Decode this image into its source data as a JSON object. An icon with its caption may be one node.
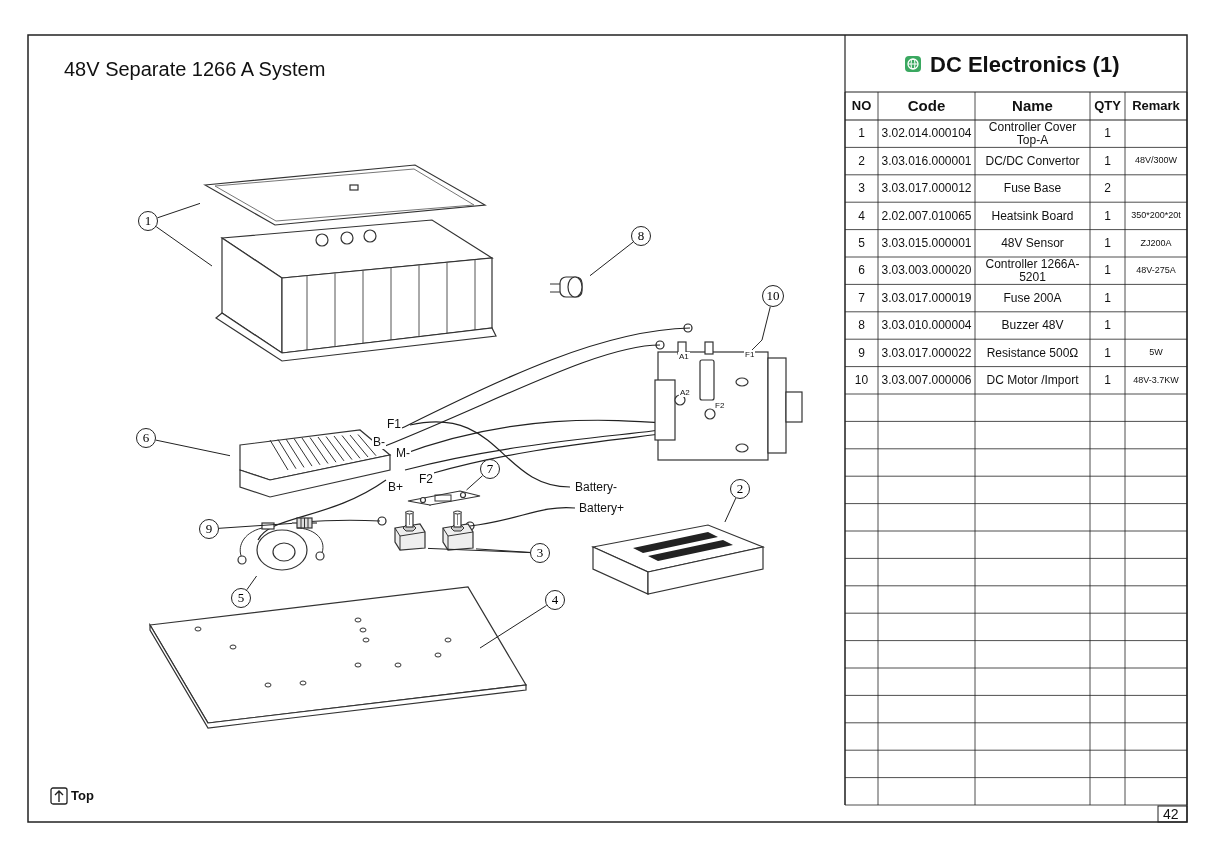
{
  "diagram": {
    "title": "48V Separate 1266 A System",
    "nodes": [
      {
        "text": [
          "1"
        ]
      },
      {
        "text": [],
        "shape": "picture"
      },
      {
        "text": [],
        "shape": "picture"
      },
      {
        "text": [
          "8"
        ]
      },
      {
        "text": [],
        "shape": "picture"
      },
      {
        "text": [
          "10"
        ]
      },
      {
        "text": [],
        "shape": "picture"
      },
      {
        "text": [
          "6"
        ]
      },
      {
        "text": [],
        "shape": "picture"
      },
      {
        "text": [
          "7"
        ]
      },
      {
        "text": [],
        "shape": "picture"
      },
      {
        "text": [
          "2"
        ]
      },
      {
        "text": [],
        "shape": "picture"
      },
      {
        "text": [
          "9"
        ]
      },
      {
        "text": [],
        "shape": "picture"
      },
      {
        "text": [
          "3"
        ]
      },
      {
        "text": [],
        "shape": "picture"
      },
      {
        "text": [],
        "shape": "picture"
      },
      {
        "text": [
          "5"
        ]
      },
      {
        "text": [],
        "shape": "picture"
      },
      {
        "text": [
          "4"
        ]
      },
      {
        "text": [],
        "shape": "picture"
      }
    ],
    "edges": [
      {
        "from": 0,
        "to": 1,
        "arrow": "none"
      },
      {
        "from": 0,
        "to": 2,
        "arrow": "none"
      },
      {
        "from": 3,
        "to": 4,
        "arrow": "none"
      },
      {
        "from": 5,
        "to": 6,
        "arrow": "none"
      },
      {
        "from": 7,
        "to": 8,
        "arrow": "none"
      },
      {
        "from": 9,
        "to": 10,
        "arrow": "none"
      },
      {
        "from": 11,
        "to": 12,
        "arrow": "none"
      },
      {
        "from": 13,
        "to": 14,
        "arrow": "none"
      },
      {
        "from": 15,
        "to": 16,
        "arrow": "none"
      },
      {
        "from": 15,
        "to": 17,
        "arrow": "none"
      },
      {
        "from": 18,
        "to": 19,
        "arrow": "none"
      },
      {
        "from": 20,
        "to": 21,
        "arrow": "none"
      }
    ],
    "labels": [
      "DC Electronics (1)",
      "NO",
      "Code",
      "Name",
      "QTY",
      "Remark",
      "1",
      "3.02.014.000104",
      "Controller Cover Top-A",
      "1",
      "2",
      "3.03.016.000001",
      "DC/DC Convertor",
      "1",
      "48V/300W",
      "3",
      "3.03.017.000012",
      "Fuse Base",
      "2",
      "4",
      "2.02.007.010065",
      "Heatsink Board",
      "1",
      "350*200*20t",
      "5",
      "3.03.015.000001",
      "48V Sensor",
      "1",
      "ZJ200A",
      "6",
      "3.03.003.000020",
      "Controller 1266A-5201",
      "1",
      "48V-275A",
      "7",
      "3.03.017.000019",
      "Fuse 200A",
      "1",
      "8",
      "3.03.010.000004",
      "Buzzer 48V",
      "1",
      "9",
      "3.03.017.000022",
      "Resistance 500Ω",
      "1",
      "5W",
      "10",
      "3.03.007.000006",
      "DC Motor /Import",
      "1",
      "48V-3.7KW",
      "F1",
      "B-",
      "M-",
      "F2",
      "B+",
      "Battery-",
      "Battery+",
      "A1",
      "F1",
      "A2",
      "F2",
      "Top",
      "42"
    ]
  }
}
